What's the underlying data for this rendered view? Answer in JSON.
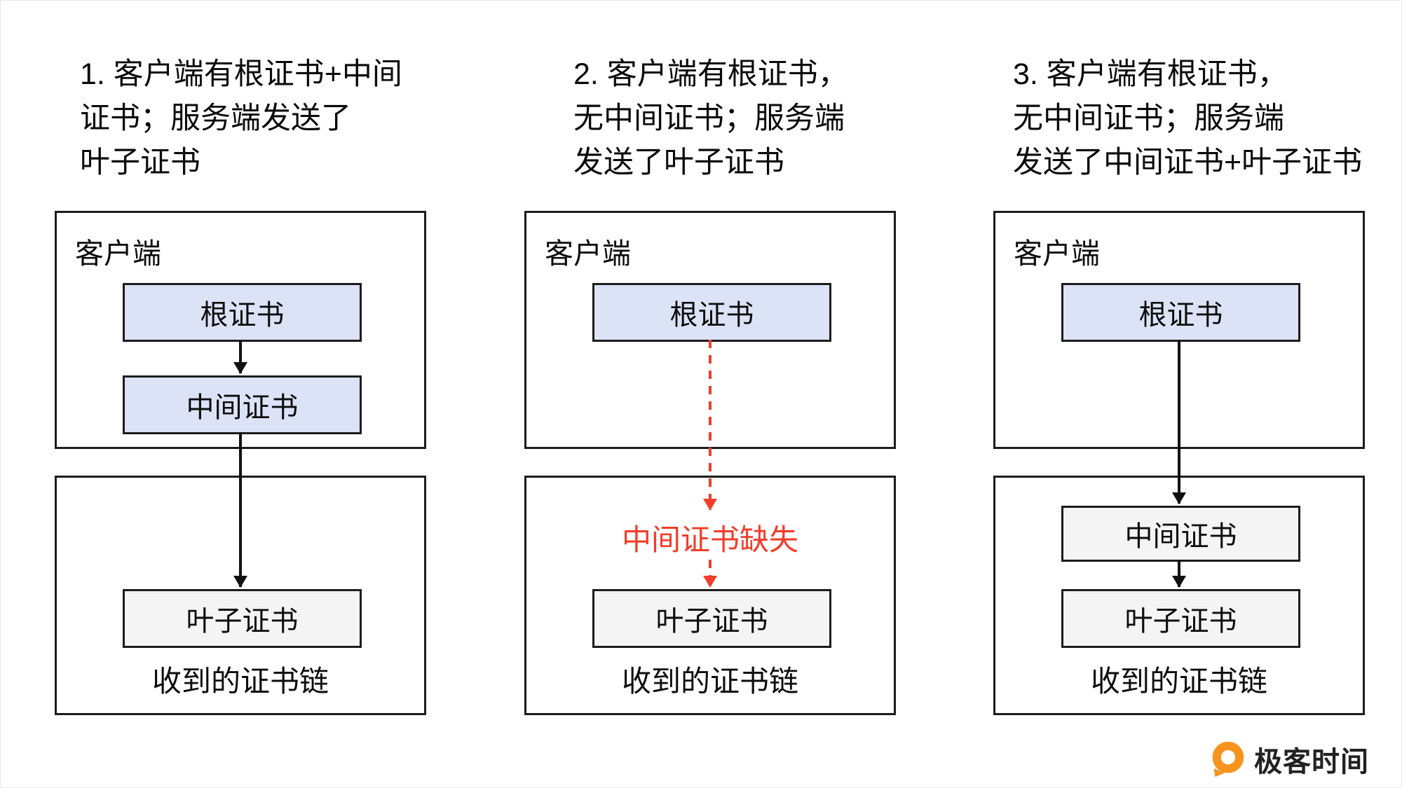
{
  "colors": {
    "cert-blue": "#dce3f6",
    "cert-gray": "#f4f4f4",
    "missing-red": "#f23d2a",
    "logo-orange": "#f7941e",
    "border-dark": "#1c1c1c"
  },
  "panels": [
    {
      "caption": "1. 客户端有根证书+中间\n证书；服务端发送了\n叶子证书",
      "client_label": "客户端",
      "client_certs": [
        "根证书",
        "中间证书"
      ],
      "chain_certs": [
        "叶子证书"
      ],
      "chain_label": "收到的证书链"
    },
    {
      "caption": "2. 客户端有根证书，\n无中间证书；服务端\n发送了叶子证书",
      "client_label": "客户端",
      "client_certs": [
        "根证书"
      ],
      "missing_label": "中间证书缺失",
      "chain_certs": [
        "叶子证书"
      ],
      "chain_label": "收到的证书链"
    },
    {
      "caption": "3. 客户端有根证书，\n无中间证书；服务端\n发送了中间证书+叶子证书",
      "client_label": "客户端",
      "client_certs": [
        "根证书"
      ],
      "chain_certs": [
        "中间证书",
        "叶子证书"
      ],
      "chain_label": "收到的证书链"
    }
  ],
  "logo": {
    "text": "极客时间"
  }
}
